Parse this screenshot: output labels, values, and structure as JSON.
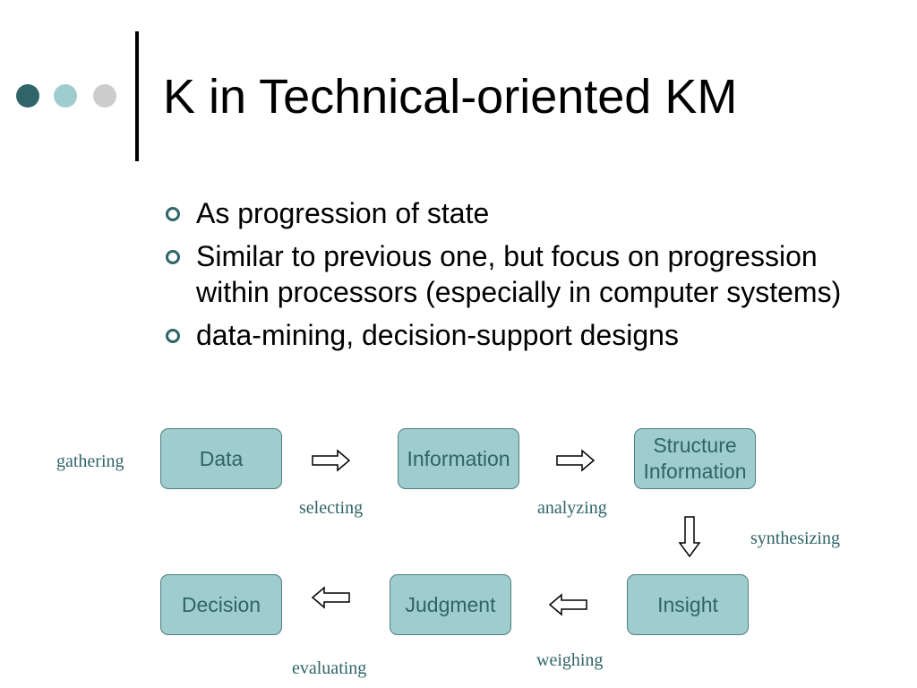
{
  "title": "K in Technical-oriented KM",
  "bullets": [
    "As progression of state",
    "Similar to previous one, but focus on progression within processors (especially in computer systems)",
    "data-mining, decision-support designs"
  ],
  "diagram": {
    "nodes": {
      "data": "Data",
      "information": "Information",
      "structure_information": [
        "Structure",
        "Information"
      ],
      "insight": "Insight",
      "judgment": "Judgment",
      "decision": "Decision"
    },
    "labels": {
      "gathering": "gathering",
      "selecting": "selecting",
      "analyzing": "analyzing",
      "synthesizing": "synthesizing",
      "weighing": "weighing",
      "evaluating": "evaluating"
    },
    "colors": {
      "node_fill": "#9fcccc",
      "node_text": "#2f6468",
      "label_text": "#2f6468",
      "dark_accent": "#2f6468",
      "light_accent": "#9fcccc",
      "grey_accent": "#cccccc"
    }
  }
}
